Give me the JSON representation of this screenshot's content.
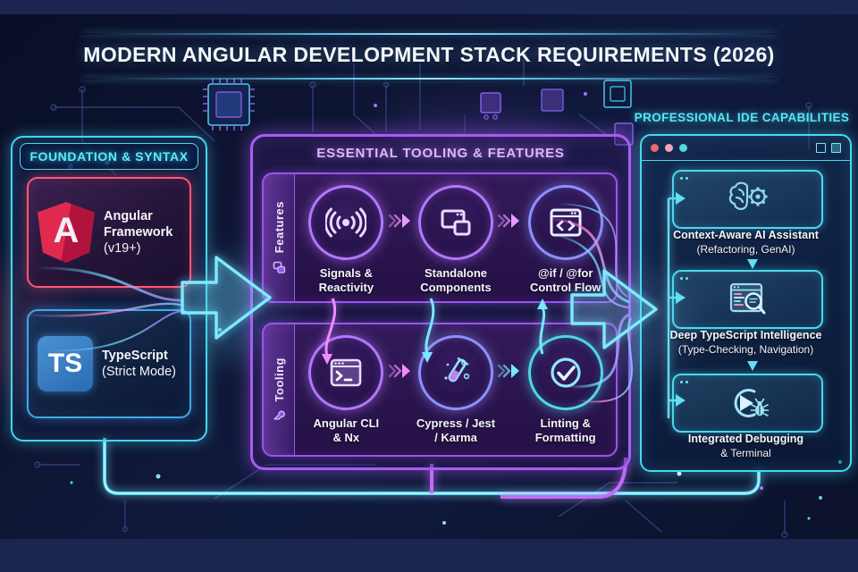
{
  "title": "MODERN ANGULAR DEVELOPMENT STACK REQUIREMENTS (2026)",
  "foundation": {
    "header": "FOUNDATION & SYNTAX",
    "angular_card": {
      "logo_letter": "A",
      "line1": "Angular",
      "line2": "Framework",
      "line3": "(v19+)"
    },
    "typescript_card": {
      "logo_text": "TS",
      "line1": "TypeScript",
      "line2": "(Strict Mode)"
    }
  },
  "essential": {
    "header": "ESSENTIAL TOOLING & FEATURES",
    "features_row": {
      "tab": "Features",
      "items": [
        {
          "icon": "signals-icon",
          "line1": "Signals &",
          "line2": "Reactivity"
        },
        {
          "icon": "standalone-components-icon",
          "line1": "Standalone",
          "line2": "Components"
        },
        {
          "icon": "control-flow-icon",
          "line1": "@if / @for",
          "line2": "Control Flow"
        }
      ]
    },
    "tooling_row": {
      "tab": "Tooling",
      "items": [
        {
          "icon": "terminal-icon",
          "line1": "Angular CLI",
          "line2": "& Nx"
        },
        {
          "icon": "test-tube-icon",
          "line1": "Cypress / Jest",
          "line2": "/ Karma"
        },
        {
          "icon": "check-circle-icon",
          "line1": "Linting &",
          "line2": "Formatting"
        }
      ]
    }
  },
  "ide": {
    "header": "PROFESSIONAL IDE CAPABILITIES",
    "cards": [
      {
        "icon": "brain-gear-icon",
        "title": "Context-Aware AI Assistant",
        "subtitle": "(Refactoring, GenAI)"
      },
      {
        "icon": "code-search-icon",
        "title": "Deep TypeScript Intelligence",
        "subtitle": "(Type-Checking, Navigation)"
      },
      {
        "icon": "debug-play-icon",
        "title": "Integrated Debugging",
        "subtitle": "& Terminal"
      }
    ]
  },
  "colors": {
    "cyan_accent": "#4fdcf2",
    "purple_accent": "#a95cf5",
    "angular_red": "#dd0031",
    "typescript_blue": "#3178c6",
    "traffic_dots": [
      "#e86a6f",
      "#f2a6bc",
      "#54d8d8"
    ]
  }
}
